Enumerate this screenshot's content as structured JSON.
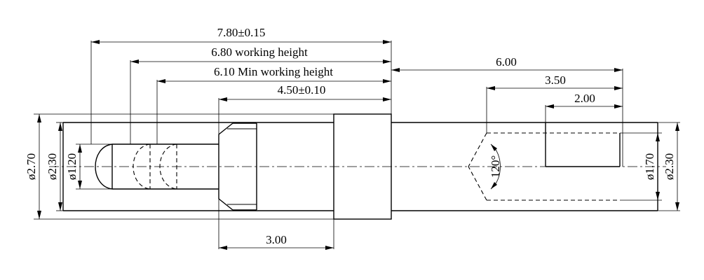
{
  "dimensions": {
    "overall_length": "7.80±0.15",
    "working_height": "6.80 working height",
    "min_working_height": "6.10 Min  working height",
    "plunger_length": "4.50±0.10",
    "bottom_length": "3.00",
    "tail_length": "6.00",
    "drill_depth": "3.50",
    "bore_depth": "2.00",
    "dia_flange": "ø2.70",
    "dia_barrel_left": "ø2.30",
    "dia_tip": "ø1.20",
    "dia_bore": "ø1.70",
    "dia_barrel_right": "ø2.30",
    "cone_angle": "120°"
  }
}
